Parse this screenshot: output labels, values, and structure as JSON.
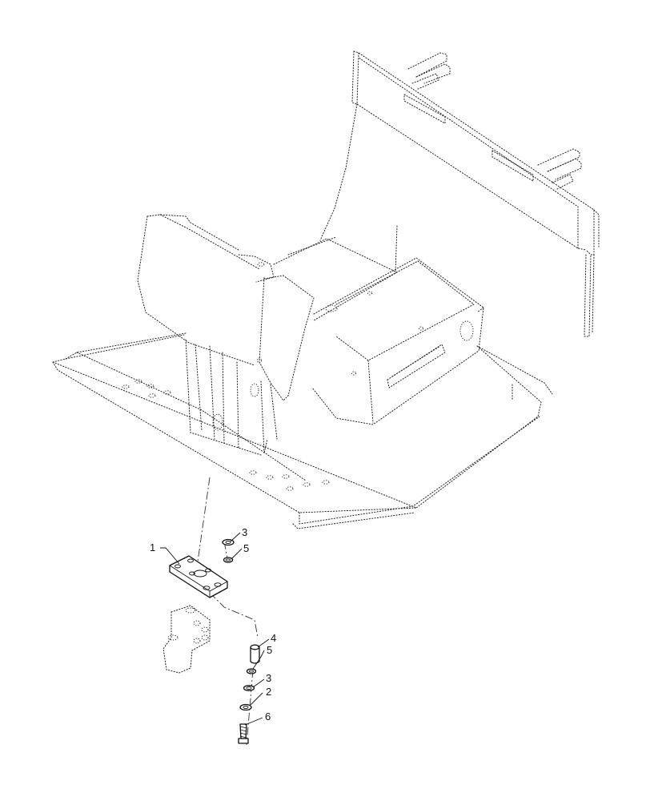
{
  "callouts": [
    {
      "id": "c1",
      "label": "1"
    },
    {
      "id": "c2",
      "label": "2"
    },
    {
      "id": "c3a",
      "label": "3"
    },
    {
      "id": "c3b",
      "label": "3"
    },
    {
      "id": "c4",
      "label": "4"
    },
    {
      "id": "c5a",
      "label": "5"
    },
    {
      "id": "c5b",
      "label": "5"
    },
    {
      "id": "c6",
      "label": "6"
    }
  ]
}
